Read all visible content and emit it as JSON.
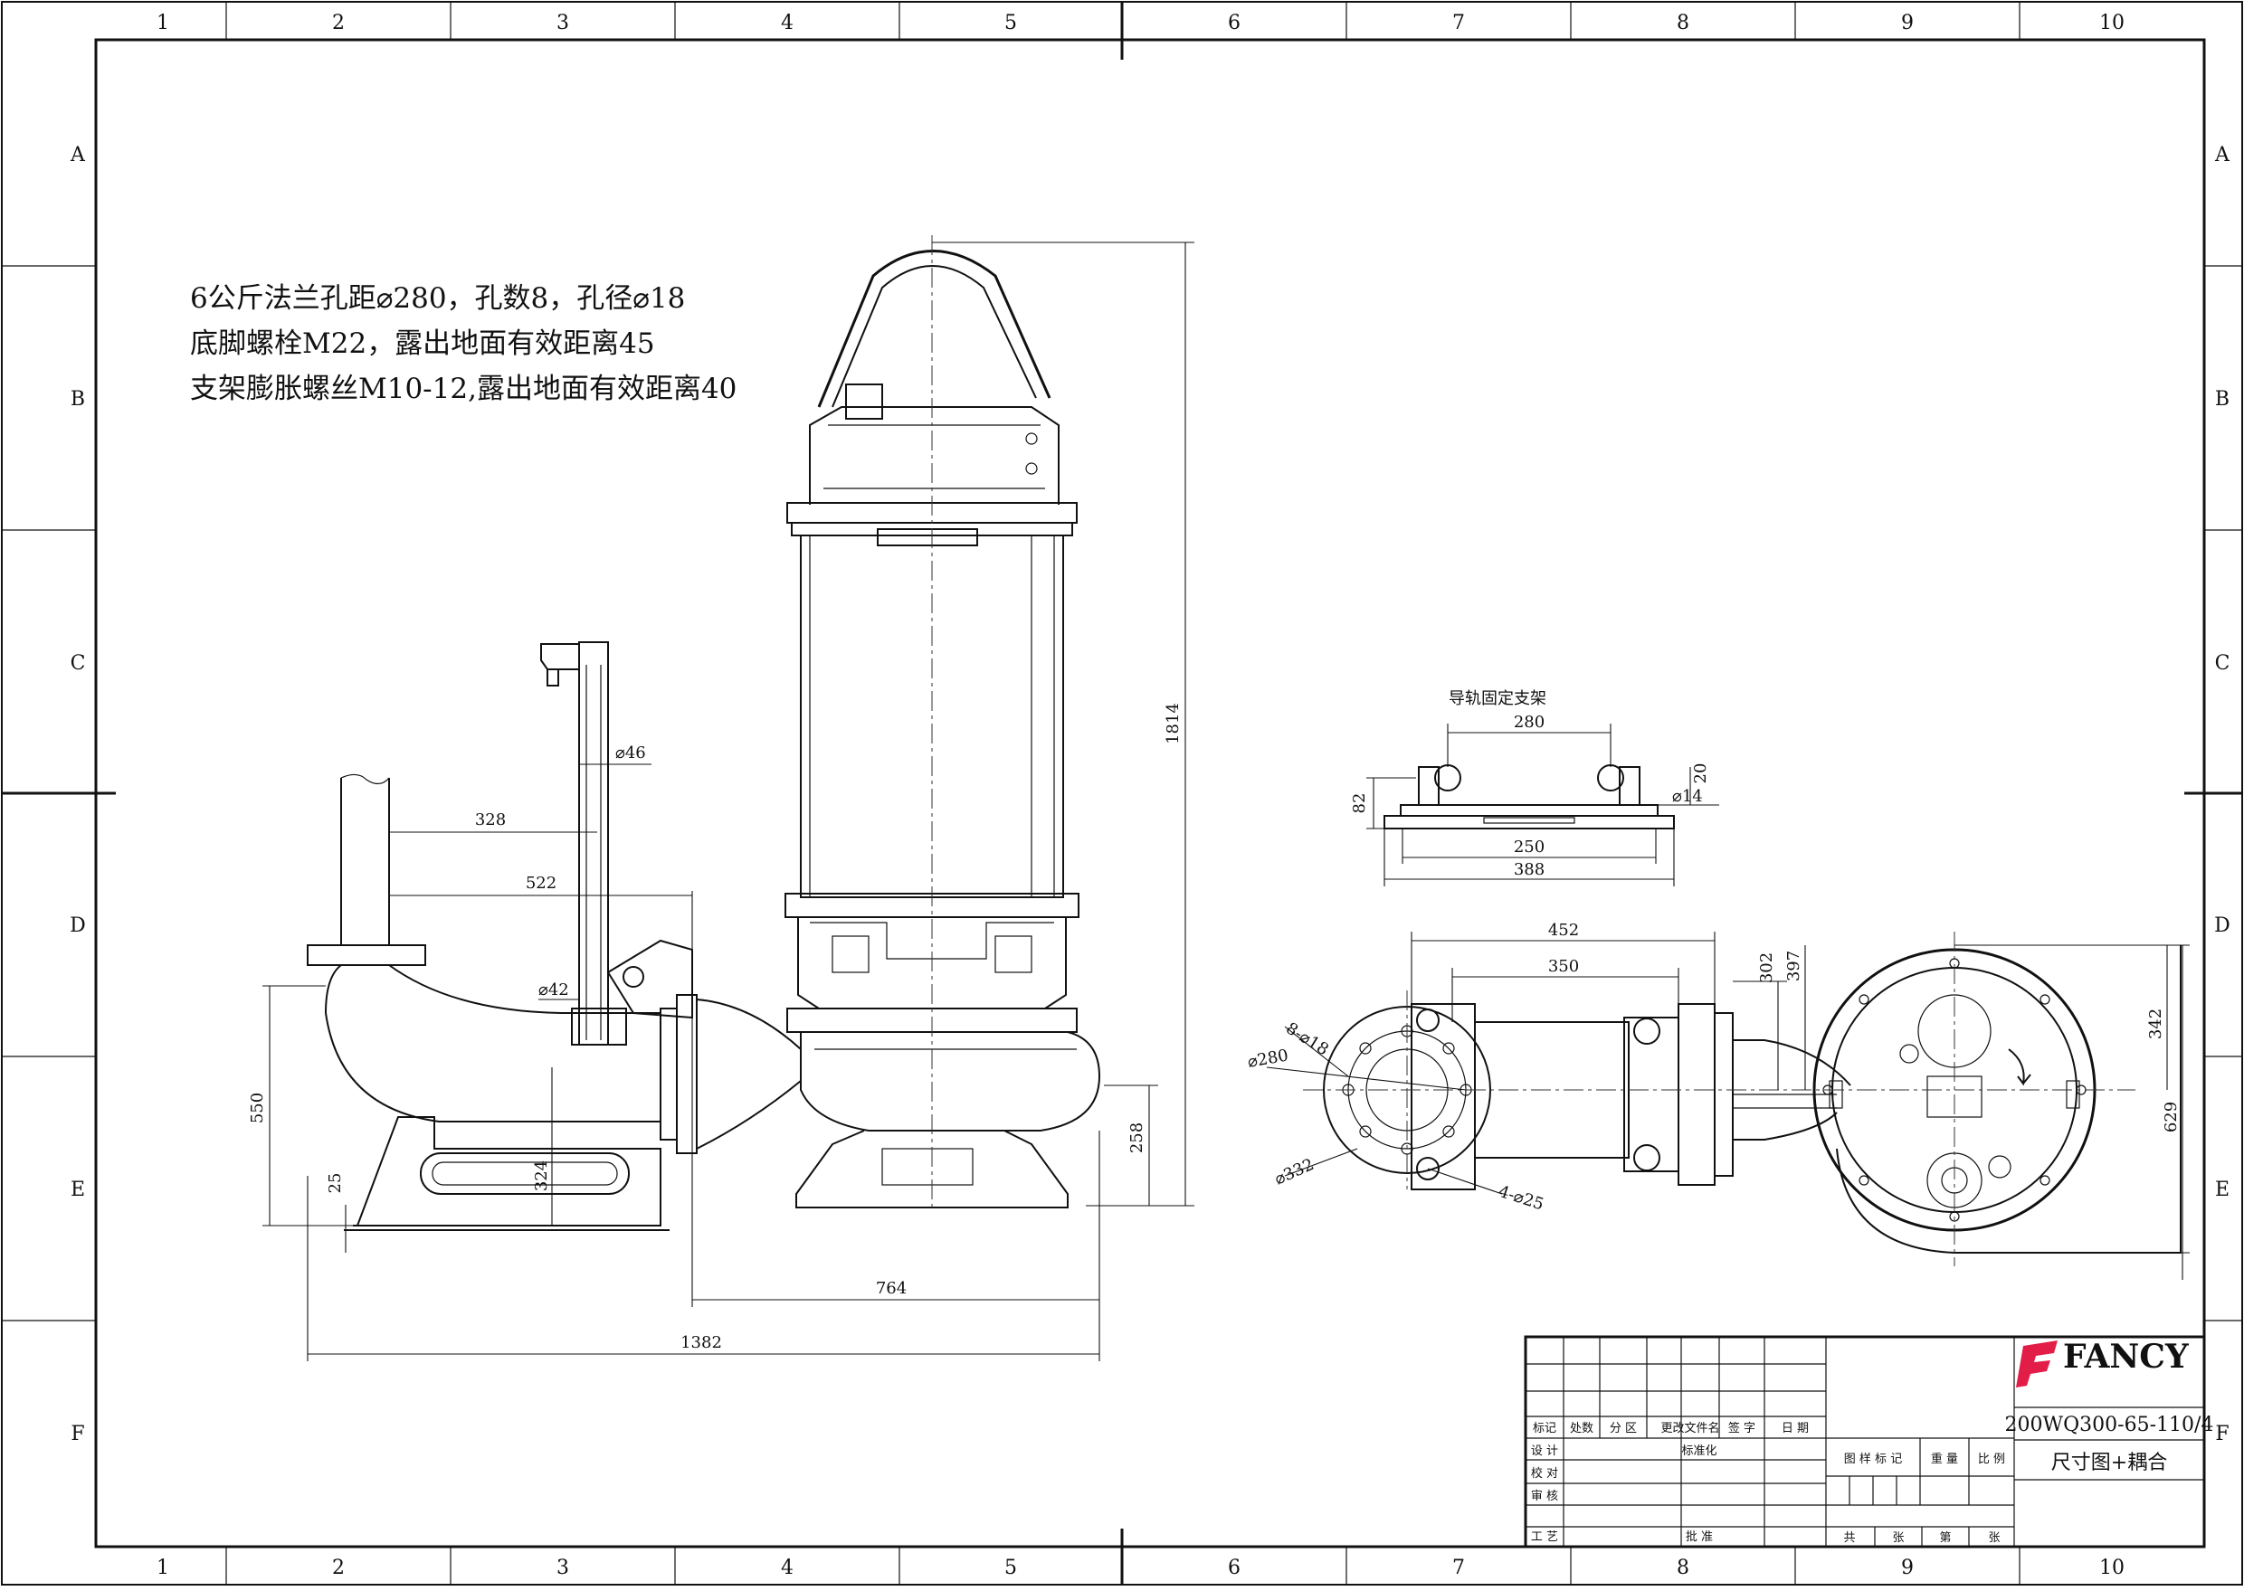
{
  "frame": {
    "col_labels": [
      "1",
      "2",
      "3",
      "4",
      "5",
      "6",
      "7",
      "8",
      "9",
      "10"
    ],
    "row_labels": [
      "A",
      "B",
      "C",
      "D",
      "E",
      "F"
    ]
  },
  "notes": [
    "6公斤法兰孔距⌀280，孔数8，孔径⌀18",
    "底脚螺栓M22，露出地面有效距离45",
    "支架膨胀螺丝M10-12,露出地面有效距离40"
  ],
  "dimensions": {
    "pump_height": "1814",
    "base_height": "258",
    "outlet_to_pump": "764",
    "overall_length": "1382",
    "pipe_dia": "⌀46",
    "rail_328": "328",
    "rail_522": "522",
    "rail_dia": "⌀42",
    "elbow_550": "550",
    "base_25": "25",
    "base_324": "324",
    "bracket_title": "导轨固定支架",
    "bracket_280": "280",
    "bracket_20": "20",
    "bracket_82": "82",
    "bracket_hole": "⌀14",
    "bracket_250": "250",
    "bracket_388": "388",
    "plan_452": "452",
    "plan_350": "350",
    "plan_302": "302",
    "plan_397": "397",
    "plan_342": "342",
    "plan_629": "629",
    "flange_holes": "8-⌀18",
    "flange_280": "⌀280",
    "flange_332": "⌀332",
    "anchor_holes": "4-⌀25"
  },
  "title_block": {
    "logo": "FANCY",
    "model": "200WQ300-65-110/4",
    "drawing_name": "尺寸图+耦合",
    "rev_headers": [
      "标记",
      "处数",
      "分 区",
      "更改文件名",
      "签 字",
      "日 期"
    ],
    "sign_rows": [
      "设 计",
      "校 对",
      "审 核",
      "工 艺"
    ],
    "standardization": "标准化",
    "approval": "批 准",
    "stage_headers": [
      "图 样 标 记",
      "重 量",
      "比 例"
    ],
    "sheet_row": [
      "共",
      "张",
      "第",
      "张"
    ]
  }
}
